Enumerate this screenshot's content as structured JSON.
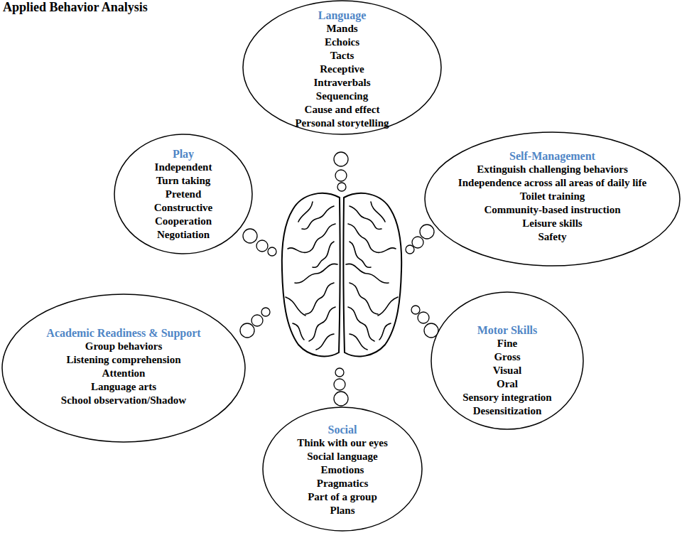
{
  "diagram": {
    "title": "Applied Behavior Analysis",
    "nodes": [
      {
        "text": [
          "Language",
          "Mands",
          "Echoics",
          "Tacts",
          "Receptive",
          "Intraverbals",
          "Sequencing",
          "Cause and effect",
          "Personal storytelling"
        ]
      },
      {
        "text": [
          "Play",
          "Independent",
          "Turn taking",
          "Pretend",
          "Constructive",
          "Cooperation",
          "Negotiation"
        ]
      },
      {
        "text": [
          "Self-Management",
          "Extinguish challenging behaviors",
          "Independence across all areas of daily life",
          "Toilet training",
          "Community-based instruction",
          "Leisure skills",
          "Safety"
        ]
      },
      {
        "text": [
          "Academic Readiness & Support",
          "Group behaviors",
          "Listening comprehension",
          "Attention",
          "Language arts",
          "School observation/Shadow"
        ]
      },
      {
        "text": [
          "Motor Skills",
          "Fine",
          "Gross",
          "Visual",
          "Oral",
          "Sensory integration",
          "Desensitization"
        ]
      },
      {
        "text": [
          "Social",
          "Think with our eyes",
          "Social language",
          "Emotions",
          "Pragmatics",
          "Part of a group",
          "Plans"
        ]
      }
    ]
  }
}
